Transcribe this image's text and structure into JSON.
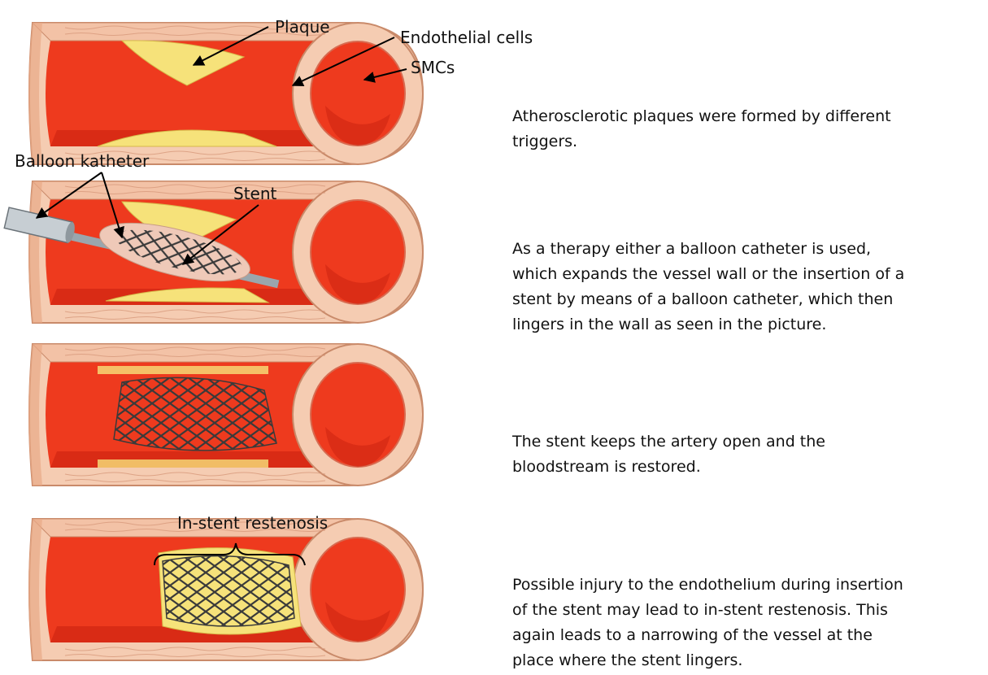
{
  "labels": {
    "plaque": "Plaque",
    "endothelial_cells": "Endothelial cells",
    "smcs": "SMCs",
    "balloon_katheter": "Balloon katheter",
    "stent": "Stent",
    "in_stent_restenosis": "In-stent restenosis"
  },
  "descriptions": [
    "Atherosclerotic plaques were formed by different\ntriggers.",
    "As a therapy either a balloon catheter is used,\nwhich expands the vessel wall or the insertion of a\nstent by means of a balloon catheter, which then\nlingers in the wall as seen in the picture.",
    "The stent keeps the artery open and the\nbloodstream is restored.",
    "Possible injury to the endothelium during insertion\nof the stent may lead to in-stent restenosis. This\nagain leads to a narrowing of the vessel at the\nplace where the stent lingers."
  ],
  "colors": {
    "wall": "#f5ccb2",
    "wall_edge": "#d88f6f",
    "lumen": "#ee3a1e",
    "lumen_dark": "#c81f0e",
    "plaque": "#f6e27a",
    "stent": "#3a3a3a"
  }
}
